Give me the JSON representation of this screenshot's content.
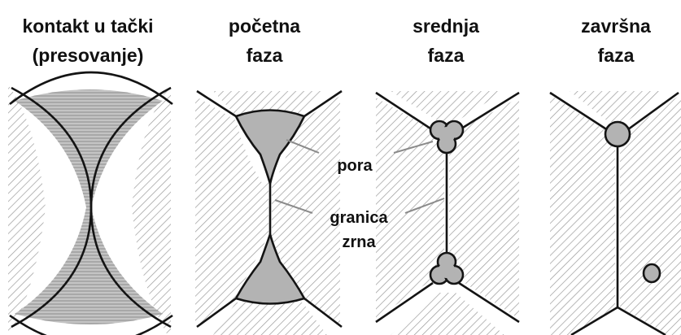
{
  "stages": [
    {
      "title_line1": "kontakt u tački",
      "title_line2": "(presovanje)"
    },
    {
      "title_line1": "početna",
      "title_line2": "faza"
    },
    {
      "title_line1": "srednja",
      "title_line2": "faza"
    },
    {
      "title_line1": "završna",
      "title_line2": "faza"
    }
  ],
  "callouts": {
    "pore": "pora",
    "grain_boundary_line1": "granica",
    "grain_boundary_line2": "zrna"
  },
  "colors": {
    "line": "#141414",
    "pore_fill": "#b3b3b3",
    "hatch": "#9a9a9a",
    "leader": "#8a8a8a"
  }
}
